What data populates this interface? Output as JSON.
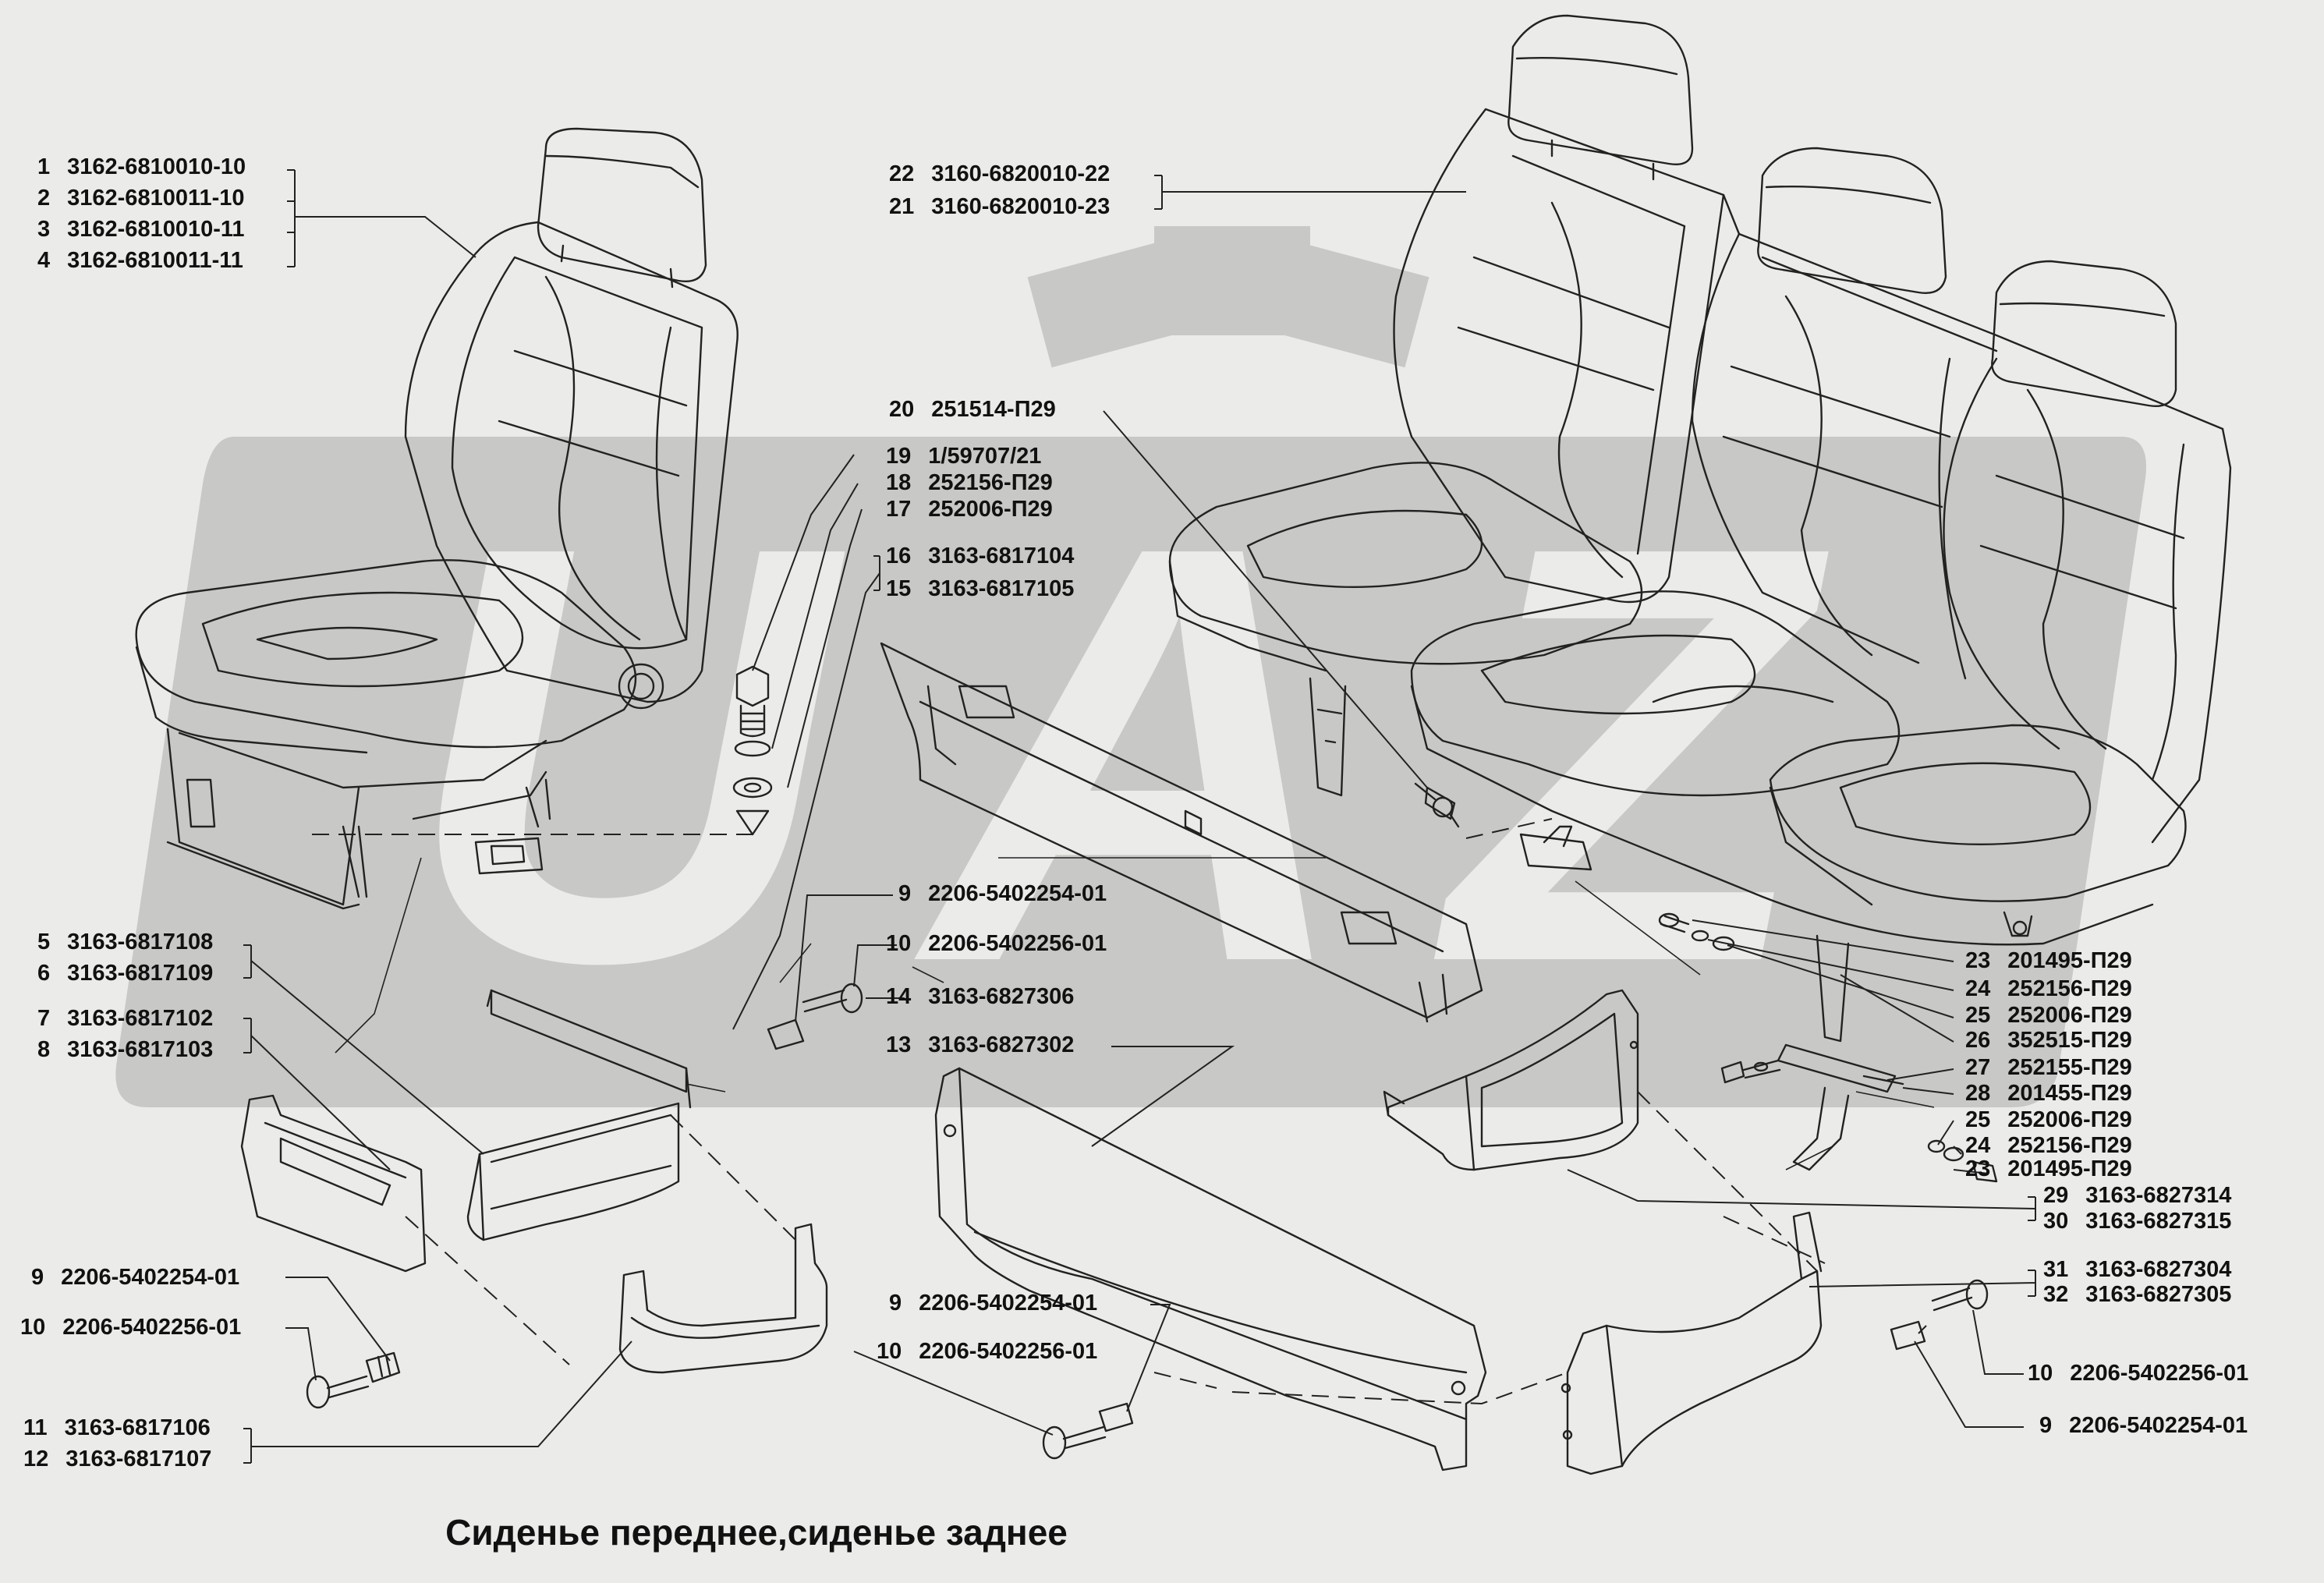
{
  "caption": "Сиденье переднее,сиденье заднее",
  "watermark_text": "UAZ",
  "colors": {
    "background": "#ebebe9",
    "watermark": "#c7c7c7",
    "line": "#222222",
    "text": "#111111"
  },
  "callouts": [
    {
      "num": "1",
      "code": "3162-6810010-10"
    },
    {
      "num": "2",
      "code": "3162-6810011-10"
    },
    {
      "num": "3",
      "code": "3162-6810010-11"
    },
    {
      "num": "4",
      "code": "3162-6810011-11"
    },
    {
      "num": "5",
      "code": "3163-6817108"
    },
    {
      "num": "6",
      "code": "3163-6817109"
    },
    {
      "num": "7",
      "code": "3163-6817102"
    },
    {
      "num": "8",
      "code": "3163-6817103"
    },
    {
      "num": "9",
      "code": "2206-5402254-01"
    },
    {
      "num": "10",
      "code": "2206-5402256-01"
    },
    {
      "num": "11",
      "code": "3163-6817106"
    },
    {
      "num": "12",
      "code": "3163-6817107"
    },
    {
      "num": "22",
      "code": "3160-6820010-22"
    },
    {
      "num": "21",
      "code": "3160-6820010-23"
    },
    {
      "num": "20",
      "code": "251514-П29"
    },
    {
      "num": "19",
      "code": "1/59707/21"
    },
    {
      "num": "18",
      "code": "252156-П29"
    },
    {
      "num": "17",
      "code": "252006-П29"
    },
    {
      "num": "16",
      "code": "3163-6817104"
    },
    {
      "num": "15",
      "code": "3163-6817105"
    },
    {
      "num": "9",
      "code": "2206-5402254-01"
    },
    {
      "num": "10",
      "code": "2206-5402256-01"
    },
    {
      "num": "14",
      "code": "3163-6827306"
    },
    {
      "num": "13",
      "code": "3163-6827302"
    },
    {
      "num": "9",
      "code": "2206-5402254-01"
    },
    {
      "num": "10",
      "code": "2206-5402256-01"
    },
    {
      "num": "23",
      "code": "201495-П29"
    },
    {
      "num": "24",
      "code": "252156-П29"
    },
    {
      "num": "25",
      "code": "252006-П29"
    },
    {
      "num": "26",
      "code": "352515-П29"
    },
    {
      "num": "27",
      "code": "252155-П29"
    },
    {
      "num": "28",
      "code": "201455-П29"
    },
    {
      "num": "25",
      "code": "252006-П29"
    },
    {
      "num": "24",
      "code": "252156-П29"
    },
    {
      "num": "23",
      "code": "201495-П29"
    },
    {
      "num": "29",
      "code": "3163-6827314"
    },
    {
      "num": "30",
      "code": "3163-6827315"
    },
    {
      "num": "31",
      "code": "3163-6827304"
    },
    {
      "num": "32",
      "code": "3163-6827305"
    },
    {
      "num": "10",
      "code": "2206-5402256-01"
    },
    {
      "num": "9",
      "code": "2206-5402254-01"
    }
  ]
}
